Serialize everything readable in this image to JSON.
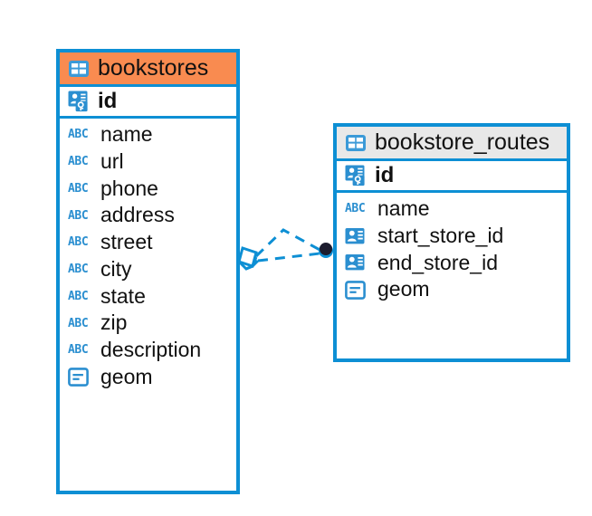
{
  "diagram": {
    "type": "entity-relationship-diagram",
    "background_color": "#ffffff",
    "accent_color": "#0d8fd4",
    "highlight_color": "#f98b50",
    "header_gray": "#e8e8e8"
  },
  "tables": [
    {
      "id": "bookstores",
      "name": "bookstores",
      "header_style": "orange",
      "table_icon": "table-grid-icon",
      "primary_key": {
        "name": "id",
        "icon": "primary-key-icon"
      },
      "fields": [
        {
          "name": "name",
          "icon": "abc-text-icon",
          "type_label": "ABC"
        },
        {
          "name": "url",
          "icon": "abc-text-icon",
          "type_label": "ABC"
        },
        {
          "name": "phone",
          "icon": "abc-text-icon",
          "type_label": "ABC"
        },
        {
          "name": "address",
          "icon": "abc-text-icon",
          "type_label": "ABC"
        },
        {
          "name": "street",
          "icon": "abc-text-icon",
          "type_label": "ABC"
        },
        {
          "name": "city",
          "icon": "abc-text-icon",
          "type_label": "ABC"
        },
        {
          "name": "state",
          "icon": "abc-text-icon",
          "type_label": "ABC"
        },
        {
          "name": "zip",
          "icon": "abc-text-icon",
          "type_label": "ABC"
        },
        {
          "name": "description",
          "icon": "abc-text-icon",
          "type_label": "ABC"
        },
        {
          "name": "geom",
          "icon": "geometry-icon",
          "type_label": ""
        }
      ]
    },
    {
      "id": "bookstore_routes",
      "name": "bookstore_routes",
      "header_style": "gray",
      "table_icon": "table-grid-icon",
      "primary_key": {
        "name": "id",
        "icon": "primary-key-icon"
      },
      "fields": [
        {
          "name": "name",
          "icon": "abc-text-icon",
          "type_label": "ABC"
        },
        {
          "name": "start_store_id",
          "icon": "foreign-key-icon",
          "type_label": ""
        },
        {
          "name": "end_store_id",
          "icon": "foreign-key-icon",
          "type_label": ""
        },
        {
          "name": "geom",
          "icon": "geometry-icon",
          "type_label": ""
        }
      ]
    }
  ],
  "relationship": {
    "id": "bookstores-to-bookstore_routes",
    "line_style": "dashed",
    "color": "#0d8fd4",
    "source_marker": "diamond-crowsfoot-marker",
    "target_marker": "filled-circle-marker",
    "source_table": "bookstores",
    "target_table": "bookstore_routes"
  }
}
